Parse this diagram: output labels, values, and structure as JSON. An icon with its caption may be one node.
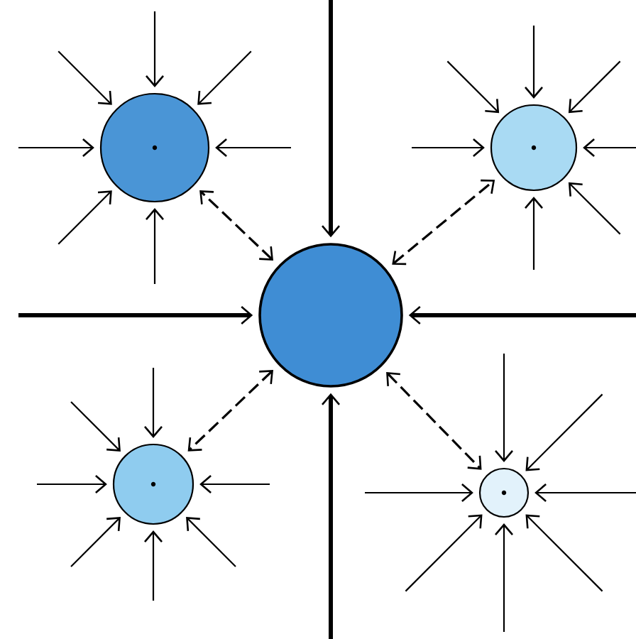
{
  "diagram": {
    "nodes": [
      {
        "text": [],
        "shape": "circle"
      },
      {
        "text": [],
        "shape": "circle"
      },
      {
        "text": [],
        "shape": "circle"
      },
      {
        "text": [],
        "shape": "circle"
      },
      {
        "text": [],
        "shape": "circle"
      }
    ],
    "edges": [
      {
        "from": null,
        "to": 0,
        "arrow": "to"
      },
      {
        "from": null,
        "to": 0,
        "arrow": "to"
      },
      {
        "from": null,
        "to": 0,
        "arrow": "to"
      },
      {
        "from": null,
        "to": 0,
        "arrow": "to"
      },
      {
        "from": null,
        "to": 0,
        "arrow": "to"
      },
      {
        "from": null,
        "to": 0,
        "arrow": "to"
      },
      {
        "from": null,
        "to": 0,
        "arrow": "to"
      },
      {
        "from": null,
        "to": 1,
        "arrow": "to"
      },
      {
        "from": null,
        "to": 1,
        "arrow": "to"
      },
      {
        "from": null,
        "to": 1,
        "arrow": "to"
      },
      {
        "from": null,
        "to": 1,
        "arrow": "to"
      },
      {
        "from": null,
        "to": 1,
        "arrow": "to"
      },
      {
        "from": null,
        "to": 1,
        "arrow": "to"
      },
      {
        "from": null,
        "to": 1,
        "arrow": "to"
      },
      {
        "from": null,
        "to": 2,
        "arrow": "to",
        "style": "thick"
      },
      {
        "from": null,
        "to": 2,
        "arrow": "to",
        "style": "thick"
      },
      {
        "from": null,
        "to": 2,
        "arrow": "to",
        "style": "thick"
      },
      {
        "from": null,
        "to": 2,
        "arrow": "to",
        "style": "thick"
      },
      {
        "from": null,
        "to": 3,
        "arrow": "to"
      },
      {
        "from": null,
        "to": 3,
        "arrow": "to"
      },
      {
        "from": null,
        "to": 3,
        "arrow": "to"
      },
      {
        "from": null,
        "to": 3,
        "arrow": "to"
      },
      {
        "from": null,
        "to": 3,
        "arrow": "to"
      },
      {
        "from": null,
        "to": 3,
        "arrow": "to"
      },
      {
        "from": null,
        "to": 3,
        "arrow": "to"
      },
      {
        "from": null,
        "to": 4,
        "arrow": "to"
      },
      {
        "from": null,
        "to": 4,
        "arrow": "to"
      },
      {
        "from": null,
        "to": 4,
        "arrow": "to"
      },
      {
        "from": null,
        "to": 4,
        "arrow": "to"
      },
      {
        "from": null,
        "to": 4,
        "arrow": "to"
      },
      {
        "from": null,
        "to": 4,
        "arrow": "to"
      },
      {
        "from": null,
        "to": 4,
        "arrow": "to"
      },
      {
        "from": 2,
        "to": 0,
        "arrow": "both",
        "style": "dashed"
      },
      {
        "from": 2,
        "to": 1,
        "arrow": "both",
        "style": "dashed"
      },
      {
        "from": 2,
        "to": 3,
        "arrow": "both",
        "style": "dashed"
      },
      {
        "from": 2,
        "to": 4,
        "arrow": "both",
        "style": "dashed"
      }
    ]
  }
}
